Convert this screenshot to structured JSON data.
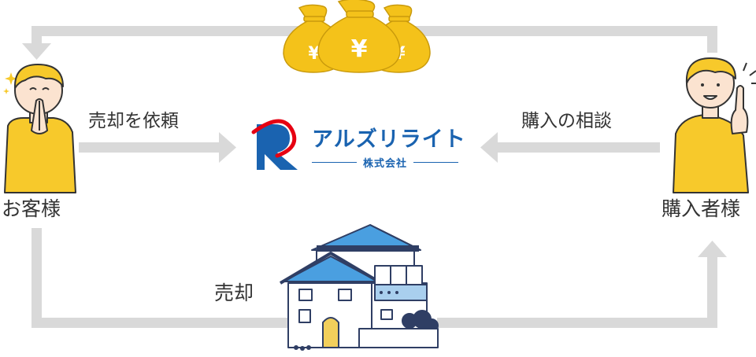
{
  "nodes": {
    "customer": "お客様",
    "buyer": "購入者様"
  },
  "edges": {
    "sale_request": "売却を依頼",
    "purchase_consult": "購入の相談",
    "sale": "売却"
  },
  "company": {
    "name": "アルズリライト",
    "type": "株式会社",
    "logo_letter": "R"
  },
  "colors": {
    "arrow": "#d9d9d9",
    "brand_blue": "#1a63b0",
    "logo_red": "#e60012",
    "person_yellow": "#f7c92b",
    "money_bag": "#f4c21a",
    "house_blue": "#4a9fe0",
    "door": "#f2cf5b"
  },
  "icons": [
    "money-bag-icon",
    "yen-icon",
    "person-icon",
    "house-icon",
    "company-logo-icon"
  ]
}
